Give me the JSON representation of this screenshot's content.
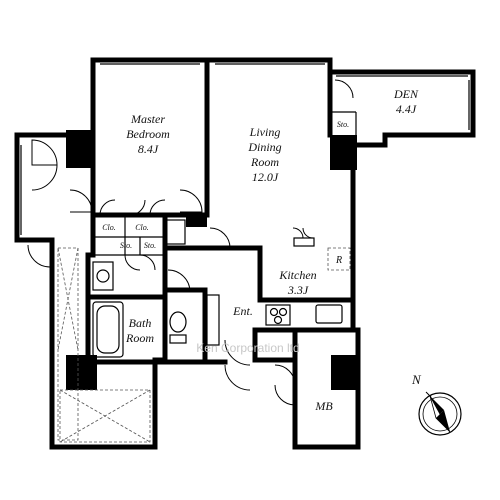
{
  "rooms": {
    "master_bedroom": {
      "name_line1": "Master",
      "name_line2": "Bedroom",
      "size": "8.4J"
    },
    "living": {
      "name_line1": "Living",
      "name_line2": "Dining",
      "name_line3": "Room",
      "size": "12.0J"
    },
    "den": {
      "name": "DEN",
      "size": "4.4J"
    },
    "kitchen": {
      "name": "Kitchen",
      "size": "3.3J"
    },
    "bath": {
      "name_line1": "Bath",
      "name_line2": "Room"
    },
    "entrance": {
      "name": "Ent."
    },
    "mb": {
      "name": "MB"
    }
  },
  "storage": {
    "den_storage": "Sto.",
    "closet_left": "Clo.",
    "closet_right": "Clo.",
    "storage_left": "Sto.",
    "storage_right": "Sto.",
    "fridge": "R"
  },
  "compass": {
    "label": "N"
  },
  "watermark": "Ken Corporation ltd"
}
